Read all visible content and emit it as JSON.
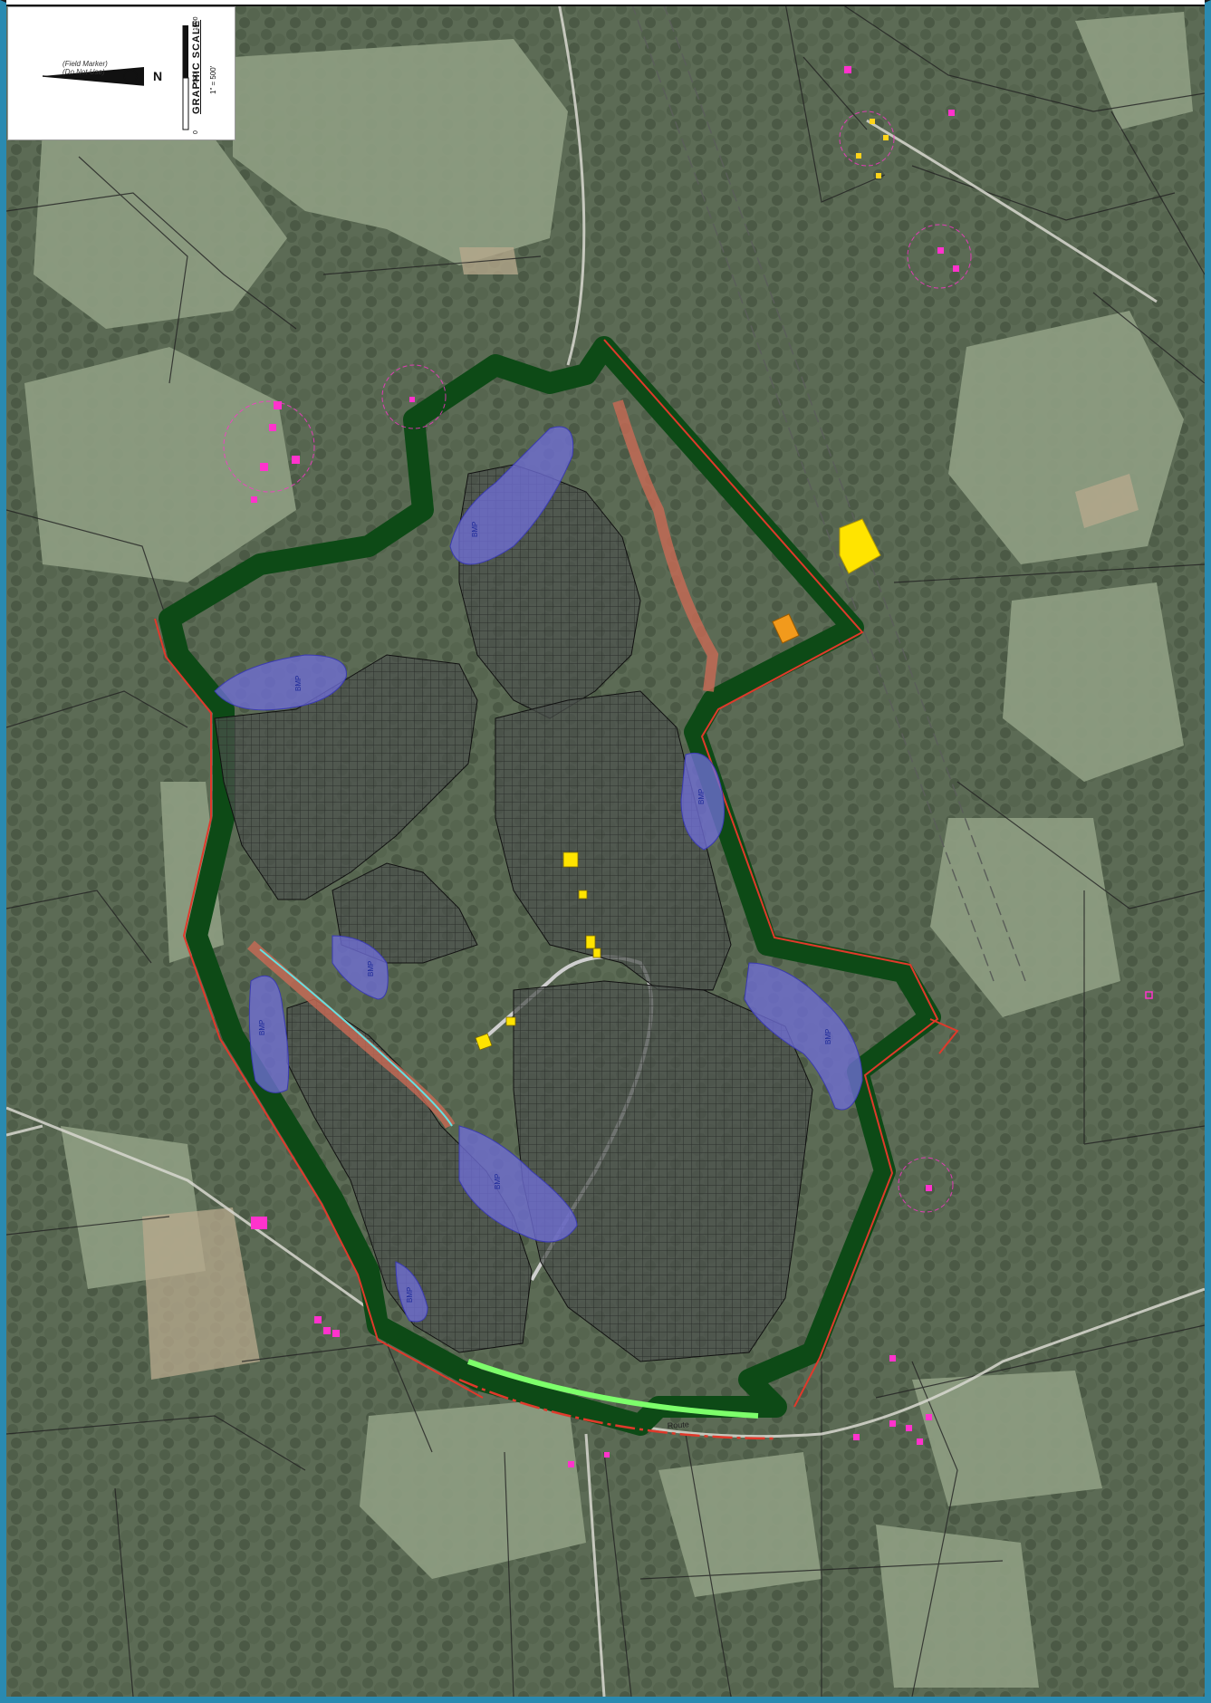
{
  "scale_box": {
    "title": "GRAPHIC SCALE",
    "ratio": "1\" = 500'",
    "north_note": "(Field Marker) ",
    "north_note_2": "(Do Not Use)",
    "scale_marks": [
      "1000",
      "500",
      "0"
    ]
  },
  "wetland_label": "BMP",
  "road_label": "Route",
  "colors": {
    "boundary_buffer": "#0d4a16",
    "parcel_line": "#e0392b",
    "solar_array": "#3a3f3b",
    "basin": "#6f6ed6",
    "structure_yellow": "#ffe400",
    "structure_orange": "#f29a1c",
    "residence_marker": "#ff33cc",
    "access_road_green": "#7dff6b",
    "frame": "#2a8ab0"
  }
}
